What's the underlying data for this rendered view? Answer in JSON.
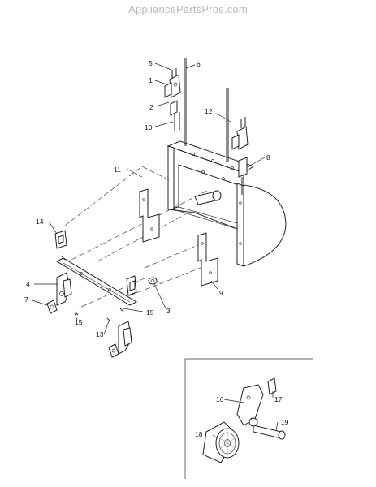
{
  "watermark": "AppliancePartsPros.com",
  "callouts": [
    {
      "id": "c1",
      "label": "1"
    },
    {
      "id": "c2",
      "label": "2"
    },
    {
      "id": "c3",
      "label": "3"
    },
    {
      "id": "c4",
      "label": "4"
    },
    {
      "id": "c5",
      "label": "5"
    },
    {
      "id": "c6",
      "label": "6"
    },
    {
      "id": "c7",
      "label": "7"
    },
    {
      "id": "c8",
      "label": "8"
    },
    {
      "id": "c9",
      "label": "9"
    },
    {
      "id": "c10",
      "label": "10"
    },
    {
      "id": "c11",
      "label": "11"
    },
    {
      "id": "c12",
      "label": "12"
    },
    {
      "id": "c13",
      "label": "13"
    },
    {
      "id": "c14",
      "label": "14"
    },
    {
      "id": "c15a",
      "label": "15"
    },
    {
      "id": "c15b",
      "label": "15"
    },
    {
      "id": "c16",
      "label": "16"
    },
    {
      "id": "c17",
      "label": "17"
    },
    {
      "id": "c18",
      "label": "18"
    },
    {
      "id": "c19",
      "label": "19"
    }
  ]
}
